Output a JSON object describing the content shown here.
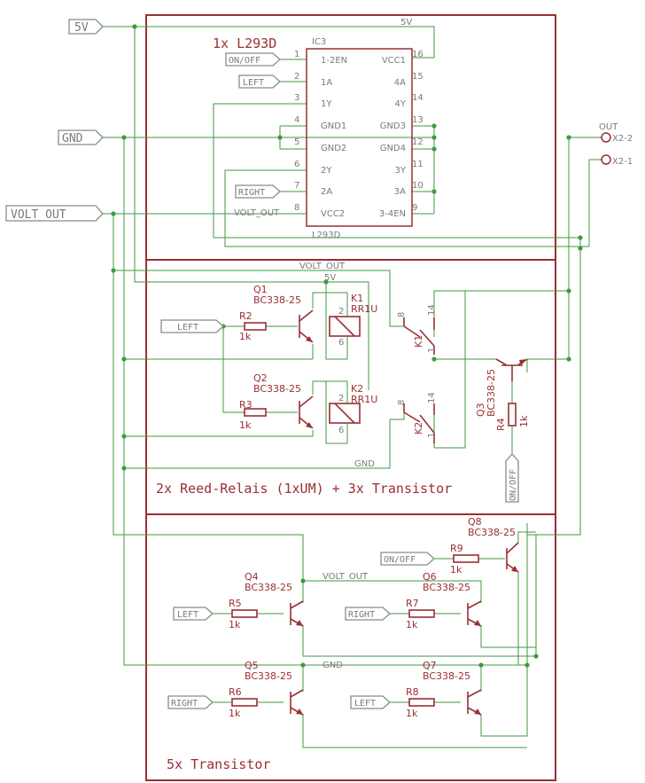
{
  "net_labels": {
    "v5": "5V",
    "gnd": "GND",
    "volt_out": "VOLT_OUT",
    "on_off": "ON/OFF",
    "left": "LEFT",
    "right": "RIGHT"
  },
  "sections": {
    "driver_title": "1x L293D",
    "relay_title": "2x Reed-Relais (1xUM) + 3x Transistor",
    "transistor_title": "5x Transistor"
  },
  "ic3": {
    "ref": "IC3",
    "value": "L293D",
    "left_pins": [
      {
        "num": "1",
        "name": "1-2EN"
      },
      {
        "num": "2",
        "name": "1A"
      },
      {
        "num": "3",
        "name": "1Y"
      },
      {
        "num": "4",
        "name": "GND1"
      },
      {
        "num": "5",
        "name": "GND2"
      },
      {
        "num": "6",
        "name": "2Y"
      },
      {
        "num": "7",
        "name": "2A"
      },
      {
        "num": "8",
        "name": "VCC2"
      }
    ],
    "right_pins": [
      {
        "num": "16",
        "name": "VCC1"
      },
      {
        "num": "15",
        "name": "4A"
      },
      {
        "num": "14",
        "name": "4Y"
      },
      {
        "num": "13",
        "name": "GND3"
      },
      {
        "num": "12",
        "name": "GND4"
      },
      {
        "num": "11",
        "name": "3Y"
      },
      {
        "num": "10",
        "name": "3A"
      },
      {
        "num": "9",
        "name": "3-4EN"
      }
    ]
  },
  "wire_labels": {
    "ic_5v": "5V",
    "ic_volt_out": "VOLT_OUT",
    "relay_volt_out": "VOLT_OUT",
    "relay_5v": "5V",
    "relay_gnd": "GND",
    "tr_volt_out": "VOLT_OUT",
    "tr_gnd": "GND"
  },
  "connector": {
    "title": "OUT",
    "pin2": "X2-2",
    "pin1": "X2-1"
  },
  "transistors": [
    {
      "ref": "Q1",
      "value": "BC338-25"
    },
    {
      "ref": "Q2",
      "value": "BC338-25"
    },
    {
      "ref": "Q3",
      "value": "BC338-25"
    },
    {
      "ref": "Q4",
      "value": "BC338-25"
    },
    {
      "ref": "Q5",
      "value": "BC338-25"
    },
    {
      "ref": "Q6",
      "value": "BC338-25"
    },
    {
      "ref": "Q7",
      "value": "BC338-25"
    },
    {
      "ref": "Q8",
      "value": "BC338-25"
    }
  ],
  "resistors": [
    {
      "ref": "R2",
      "value": "1k"
    },
    {
      "ref": "R3",
      "value": "1k"
    },
    {
      "ref": "R4",
      "value": "1k"
    },
    {
      "ref": "R5",
      "value": "1k"
    },
    {
      "ref": "R6",
      "value": "1k"
    },
    {
      "ref": "R7",
      "value": "1k"
    },
    {
      "ref": "R8",
      "value": "1k"
    },
    {
      "ref": "R9",
      "value": "1k"
    }
  ],
  "relays": [
    {
      "ref": "K1",
      "value": "RR1U",
      "pins": [
        "2",
        "6",
        "8",
        "14",
        "1"
      ]
    },
    {
      "ref": "K2",
      "value": "RR1U",
      "pins": [
        "2",
        "6",
        "8",
        "14",
        "1"
      ]
    }
  ]
}
